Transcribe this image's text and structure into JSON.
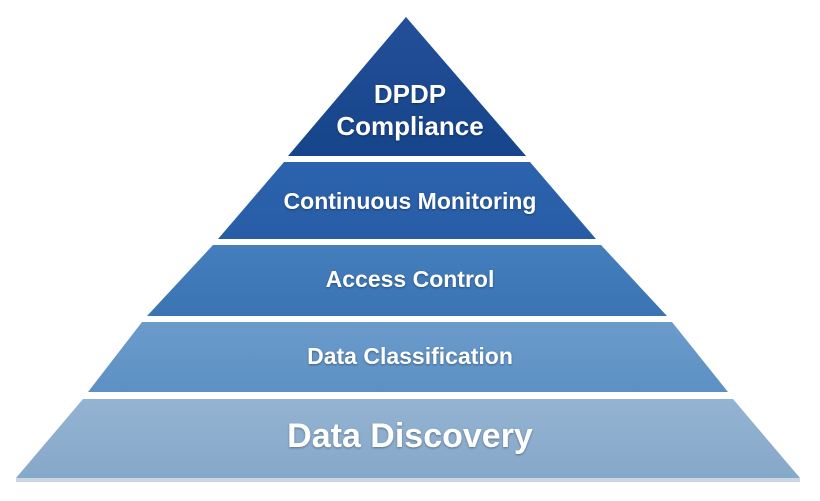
{
  "pyramid": {
    "tiers": [
      {
        "label_line1": "DPDP",
        "label_line2": "Compliance",
        "color": "#1c4b92"
      },
      {
        "label": "Continuous Monitoring",
        "color": "#2e66b0"
      },
      {
        "label": "Access Control",
        "color": "#3e79b8"
      },
      {
        "label": "Data Classification",
        "color": "#6396c8"
      },
      {
        "label": "Data Discovery",
        "color": "#8eb0d0"
      }
    ]
  }
}
